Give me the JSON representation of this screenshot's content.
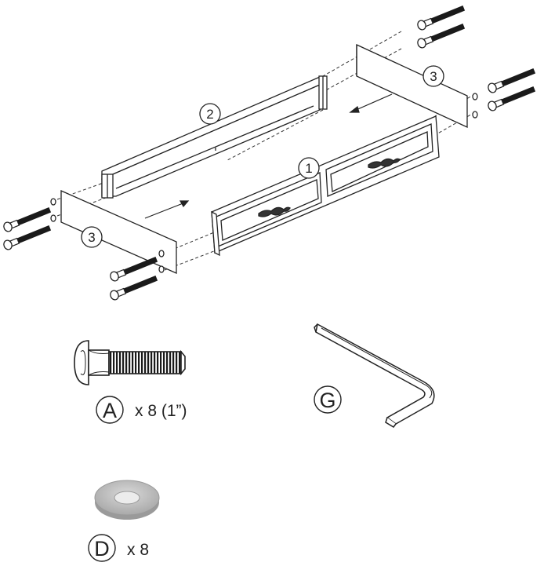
{
  "assembly": {
    "part_labels": {
      "front_panel": "1",
      "back_rail": "2",
      "right_side": "3",
      "left_side": "3"
    }
  },
  "hardware": [
    {
      "letter": "A",
      "quantity": "x 8 (1”)",
      "icon": "bolt-icon"
    },
    {
      "letter": "G",
      "quantity": "",
      "icon": "allen-key-icon"
    },
    {
      "letter": "D",
      "quantity": "x 8",
      "icon": "washer-icon"
    }
  ],
  "colors": {
    "line": "#222222",
    "thread": "#1a1a1a",
    "washer": "#b5b5b5"
  }
}
